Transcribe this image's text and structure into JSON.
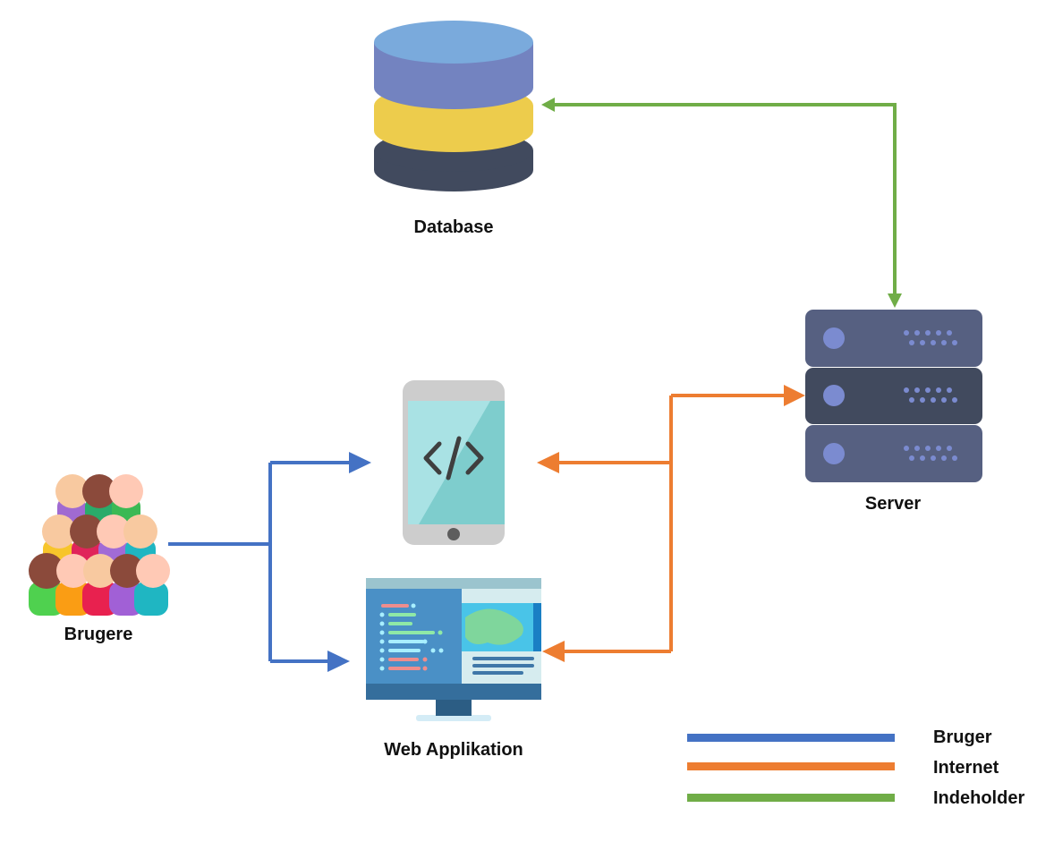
{
  "nodes": {
    "database": {
      "label": "Database",
      "icon": "database-icon"
    },
    "server": {
      "label": "Server",
      "icon": "server-rack-icon"
    },
    "mobile": {
      "icon": "mobile-code-icon"
    },
    "users": {
      "label": "Brugere",
      "icon": "people-group-icon"
    },
    "web_app": {
      "label": "Web Applikation",
      "icon": "desktop-code-icon"
    }
  },
  "legend": [
    {
      "label": "Bruger",
      "color": "#4472c4"
    },
    {
      "label": "Internet",
      "color": "#ed7d31"
    },
    {
      "label": "Indeholder",
      "color": "#70ad47"
    }
  ],
  "edges": [
    {
      "from": "users",
      "to": "mobile",
      "type": "Bruger"
    },
    {
      "from": "users",
      "to": "web_app",
      "type": "Bruger"
    },
    {
      "from": "server",
      "to": "mobile",
      "type": "Internet"
    },
    {
      "from": "server",
      "to": "web_app",
      "type": "Internet"
    },
    {
      "from": "web_app",
      "to": "server",
      "type": "Internet"
    },
    {
      "from": "server",
      "to": "database",
      "type": "Indeholder"
    },
    {
      "from": "database",
      "to": "server",
      "type": "Indeholder"
    }
  ]
}
